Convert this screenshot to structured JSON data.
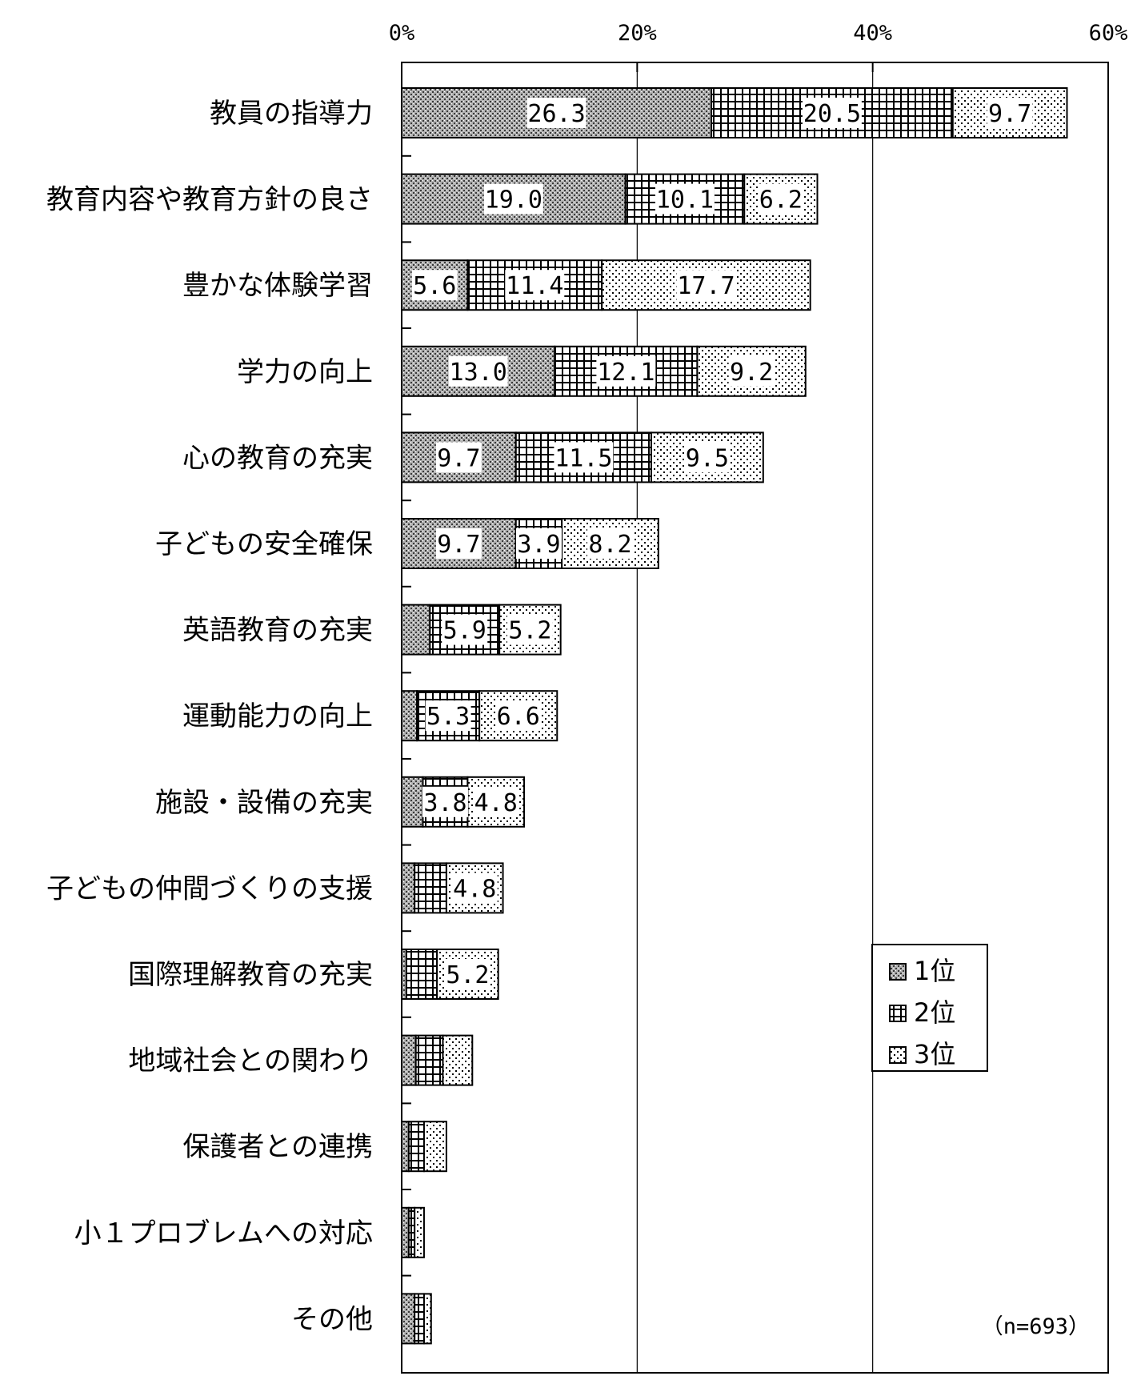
{
  "chart_data": {
    "type": "bar",
    "orientation": "horizontal",
    "stacked": true,
    "categories": [
      "教員の指導力",
      "教育内容や教育方針の良さ",
      "豊かな体験学習",
      "学力の向上",
      "心の教育の充実",
      "子どもの安全確保",
      "英語教育の充実",
      "運動能力の向上",
      "施設・設備の充実",
      "子どもの仲間づくりの支援",
      "国際理解教育の充実",
      "地域社会との関わり",
      "保護者との連携",
      "小１プロブレムへの対応",
      "その他"
    ],
    "series": [
      {
        "name": "1位",
        "values": [
          26.3,
          19.0,
          5.6,
          13.0,
          9.7,
          9.7,
          2.4,
          1.3,
          1.8,
          1.1,
          0.4,
          1.2,
          0.6,
          0.6,
          1.1
        ]
      },
      {
        "name": "2位",
        "values": [
          20.5,
          10.1,
          11.4,
          12.1,
          11.5,
          3.9,
          5.9,
          5.3,
          3.8,
          2.7,
          2.6,
          2.3,
          1.3,
          0.5,
          0.8
        ]
      },
      {
        "name": "3位",
        "values": [
          9.7,
          6.2,
          17.7,
          9.2,
          9.5,
          8.2,
          5.2,
          6.6,
          4.8,
          4.8,
          5.2,
          2.5,
          1.9,
          0.8,
          0.6
        ]
      }
    ],
    "value_labels": [
      [
        "26.3",
        "20.5",
        "9.7"
      ],
      [
        "19.0",
        "10.1",
        "6.2"
      ],
      [
        "5.6",
        "11.4",
        "17.7"
      ],
      [
        "13.0",
        "12.1",
        "9.2"
      ],
      [
        "9.7",
        "11.5",
        "9.5"
      ],
      [
        "9.7",
        "3.9",
        "8.2"
      ],
      [
        "",
        "5.9",
        "5.2"
      ],
      [
        "",
        "5.3",
        "6.6"
      ],
      [
        "",
        "3.8",
        "4.8"
      ],
      [
        "",
        "",
        "4.8"
      ],
      [
        "",
        "",
        "5.2"
      ],
      [
        "",
        "",
        ""
      ],
      [
        "",
        "",
        ""
      ],
      [
        "",
        "",
        ""
      ],
      [
        "",
        "",
        ""
      ]
    ],
    "x_ticks": [
      "0%",
      "20%",
      "40%",
      "60%"
    ],
    "x_tick_values": [
      0,
      20,
      40,
      60
    ],
    "xlim": [
      0,
      60
    ],
    "grid": "vertical",
    "legend": "inside-right",
    "note": "（n=693）"
  }
}
